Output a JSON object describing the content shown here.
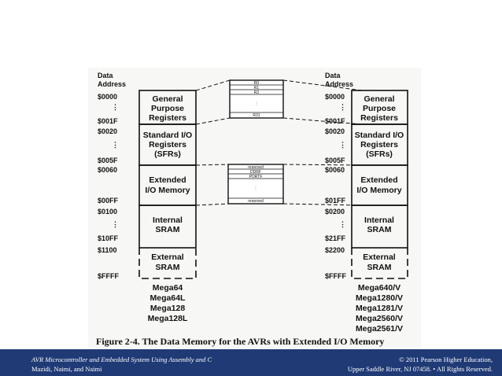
{
  "figure": {
    "left_map": {
      "header_line1": "Data",
      "header_line2": "Address",
      "regions": [
        {
          "name": "General Purpose Registers",
          "lines": [
            "General",
            "Purpose",
            "Registers"
          ],
          "start": "$0000",
          "end": "$001F"
        },
        {
          "name": "Standard I/O Registers (SFRs)",
          "lines": [
            "Standard I/O",
            "Registers",
            "(SFRs)"
          ],
          "start": "$0020",
          "end": "$005F"
        },
        {
          "name": "Extended I/O Memory",
          "lines": [
            "Extended",
            "I/O Memory"
          ],
          "start": "$0060",
          "end": "$00FF"
        },
        {
          "name": "Internal SRAM",
          "lines": [
            "Internal",
            "SRAM"
          ],
          "start": "$0100",
          "end": "$10FF"
        },
        {
          "name": "External SRAM",
          "lines": [
            "External",
            "SRAM"
          ],
          "start": "$1100",
          "end": "$FFFF"
        }
      ],
      "devices": [
        "Mega64",
        "Mega64L",
        "Mega128",
        "Mega128L"
      ]
    },
    "right_map": {
      "header_line1": "Data",
      "header_line2": "Address",
      "regions": [
        {
          "name": "General Purpose Registers",
          "lines": [
            "General",
            "Purpose",
            "Registers"
          ],
          "start": "$0000",
          "end": "$001F"
        },
        {
          "name": "Standard I/O Registers (SFRs)",
          "lines": [
            "Standard I/O",
            "Registers",
            "(SFRs)"
          ],
          "start": "$0020",
          "end": "$005F"
        },
        {
          "name": "Extended I/O Memory",
          "lines": [
            "Extended",
            "I/O Memory"
          ],
          "start": "$0060",
          "end": "$01FF"
        },
        {
          "name": "Internal SRAM",
          "lines": [
            "Internal",
            "SRAM"
          ],
          "start": "$0200",
          "end": "$21FF"
        },
        {
          "name": "External SRAM",
          "lines": [
            "External",
            "SRAM"
          ],
          "start": "$2200",
          "end": "$FFFF"
        }
      ],
      "devices": [
        "Mega640/V",
        "Mega1280/V",
        "Mega1281/V",
        "Mega2560/V",
        "Mega2561/V"
      ]
    },
    "register_detail": [
      "R0",
      "R1",
      "R2",
      "⋮",
      "R31"
    ],
    "ext_io_detail": [
      "reserved",
      "DDRF",
      "PORTF",
      "⋮",
      "reserved"
    ],
    "ellipsis": "⋮",
    "caption": "Figure 2-4. The Data Memory for the AVRs with Extended I/O Memory"
  },
  "footer": {
    "book_title": "AVR Microcontroller and Embedded System Using Assembly and C",
    "authors": "Mazidi, Naimi, and Naimi",
    "copyright": "© 2011   Pearson Higher Education,",
    "address": "Upper Saddle River, NJ 07458. • All Rights Reserved."
  }
}
